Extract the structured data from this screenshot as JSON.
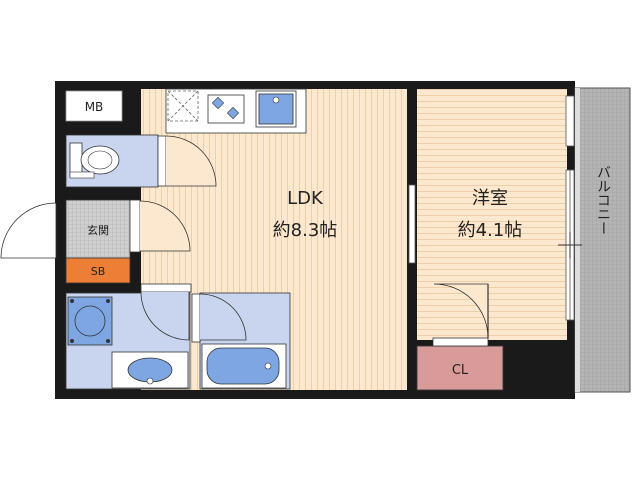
{
  "rooms": {
    "ldk": {
      "name": "LDK",
      "size": "約8.3帖"
    },
    "western": {
      "name": "洋室",
      "size": "約4.1帖"
    },
    "entrance": {
      "name": "玄関"
    },
    "balcony": {
      "name": "バルコニー"
    }
  },
  "storage": {
    "mb": "MB",
    "sb": "SB",
    "cl": "CL"
  },
  "colors": {
    "wall": "#1a1a1a",
    "floor_wood": "#fce8cf",
    "floor_stripe": "#f0cfa8",
    "wet_area": "#c9d4ef",
    "sb_box": "#ec7f35",
    "cl_box": "#d99a9a",
    "balcony_gray": "#a8a8a8"
  }
}
